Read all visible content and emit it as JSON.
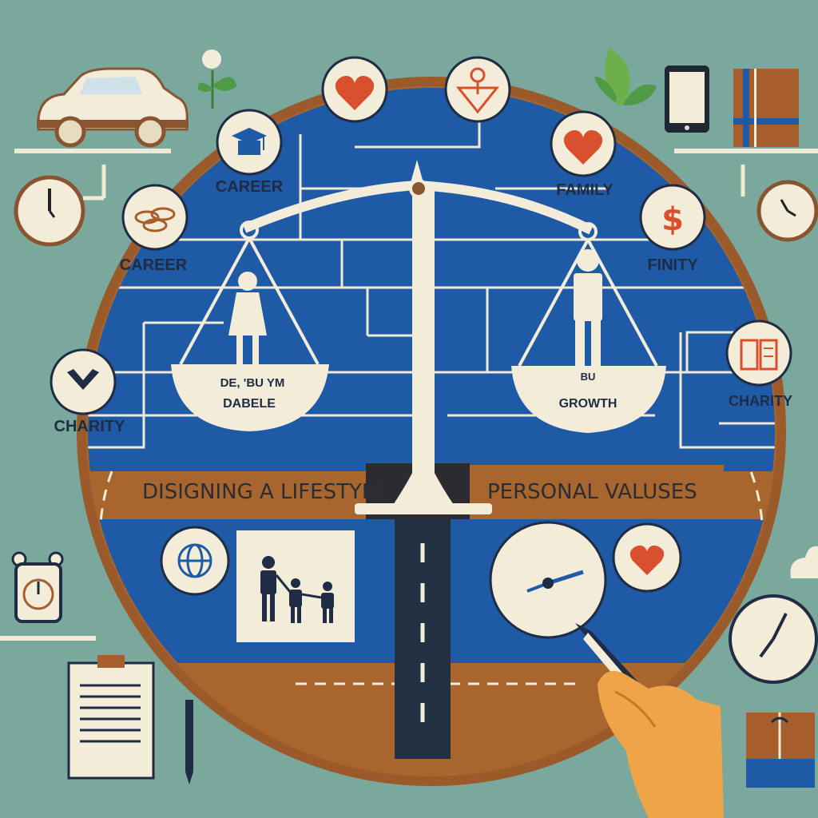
{
  "colors": {
    "background": "#7aa89c",
    "board_blue": "#1e5aa6",
    "board_rim": "#9a5a2a",
    "cream": "#f3ecd8",
    "accent_red": "#d9502e",
    "ink": "#1f2c44"
  },
  "labels": {
    "career_top": "CAREER",
    "career_left": "CAREER",
    "family": "FAMILY",
    "finity": "FINITY",
    "charity_left": "CHARITY",
    "charity_right": "CHARITY"
  },
  "scale": {
    "left_pan_line1": "DE, 'BU  YM",
    "left_pan_line2": "DABELE",
    "right_pan_line1": "BU",
    "right_pan_line2": "GROWTH"
  },
  "banner": {
    "left": "DISIGNING A LIFESTYLE",
    "right": "PERSONAL VALUSES"
  },
  "icons": {
    "dollar_glyph": "$",
    "heart": "heart-icon",
    "location": "location-pin-icon",
    "graduation": "graduation-cap-icon",
    "coins": "coins-icon",
    "chevron": "chevron-down-icon",
    "book": "book-icon",
    "globe": "globe-icon",
    "clock": "clock-icon",
    "family": "family-icon"
  }
}
